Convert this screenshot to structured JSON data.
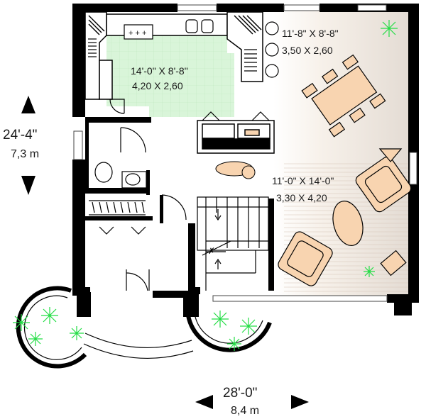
{
  "kitchen": {
    "dim_imperial": "14'-0\" X 8'-8\"",
    "dim_metric": "4,20 X 2,60"
  },
  "dining": {
    "dim_imperial": "11'-8\" X 8'-8\"",
    "dim_metric": "3,50 X 2,60"
  },
  "living": {
    "dim_imperial": "11'-0\" X 14'-0\"",
    "dim_metric": "3,30 X 4,20"
  },
  "overall": {
    "depth_imperial": "24'-4\"",
    "depth_metric": "7,3 m",
    "width_imperial": "28'-0\"",
    "width_metric": "8,4 m"
  },
  "colors": {
    "kitchen_floor": "#d9f5d9",
    "wall": "#000000",
    "furniture": "#f8d4b0",
    "plants": "#22dd44"
  }
}
